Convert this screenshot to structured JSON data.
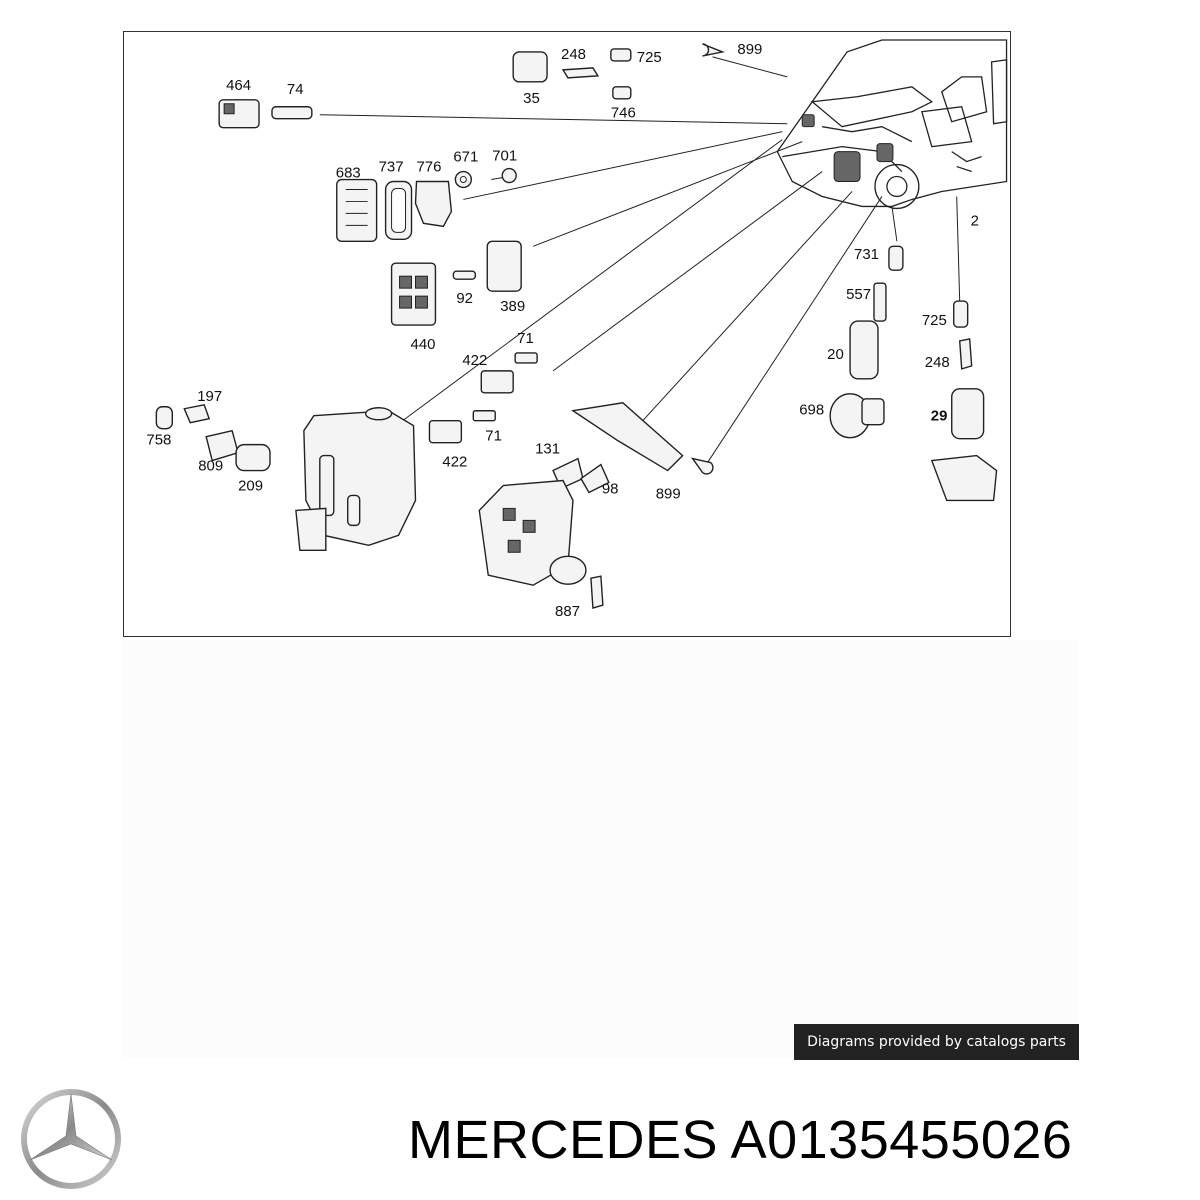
{
  "diagram": {
    "callouts": [
      {
        "id": "464",
        "label": "464"
      },
      {
        "id": "74",
        "label": "74"
      },
      {
        "id": "35",
        "label": "35"
      },
      {
        "id": "248a",
        "label": "248"
      },
      {
        "id": "725a",
        "label": "725"
      },
      {
        "id": "746",
        "label": "746"
      },
      {
        "id": "899a",
        "label": "899"
      },
      {
        "id": "683",
        "label": "683"
      },
      {
        "id": "737",
        "label": "737"
      },
      {
        "id": "776",
        "label": "776"
      },
      {
        "id": "671",
        "label": "671"
      },
      {
        "id": "701",
        "label": "701"
      },
      {
        "id": "92",
        "label": "92"
      },
      {
        "id": "389",
        "label": "389"
      },
      {
        "id": "440",
        "label": "440"
      },
      {
        "id": "71a",
        "label": "71"
      },
      {
        "id": "422a",
        "label": "422"
      },
      {
        "id": "197",
        "label": "197"
      },
      {
        "id": "758",
        "label": "758"
      },
      {
        "id": "809",
        "label": "809"
      },
      {
        "id": "209",
        "label": "209"
      },
      {
        "id": "71b",
        "label": "71"
      },
      {
        "id": "422b",
        "label": "422"
      },
      {
        "id": "131",
        "label": "131"
      },
      {
        "id": "98",
        "label": "98"
      },
      {
        "id": "899b",
        "label": "899"
      },
      {
        "id": "887",
        "label": "887"
      },
      {
        "id": "2",
        "label": "2"
      },
      {
        "id": "731",
        "label": "731"
      },
      {
        "id": "557",
        "label": "557"
      },
      {
        "id": "725b",
        "label": "725"
      },
      {
        "id": "20",
        "label": "20"
      },
      {
        "id": "248b",
        "label": "248"
      },
      {
        "id": "698",
        "label": "698"
      },
      {
        "id": "29",
        "label": "29"
      }
    ]
  },
  "credit": {
    "text": "Diagrams provided by catalogs parts"
  },
  "title": {
    "brand": "MERCEDES",
    "part_number": "A0135455026"
  }
}
